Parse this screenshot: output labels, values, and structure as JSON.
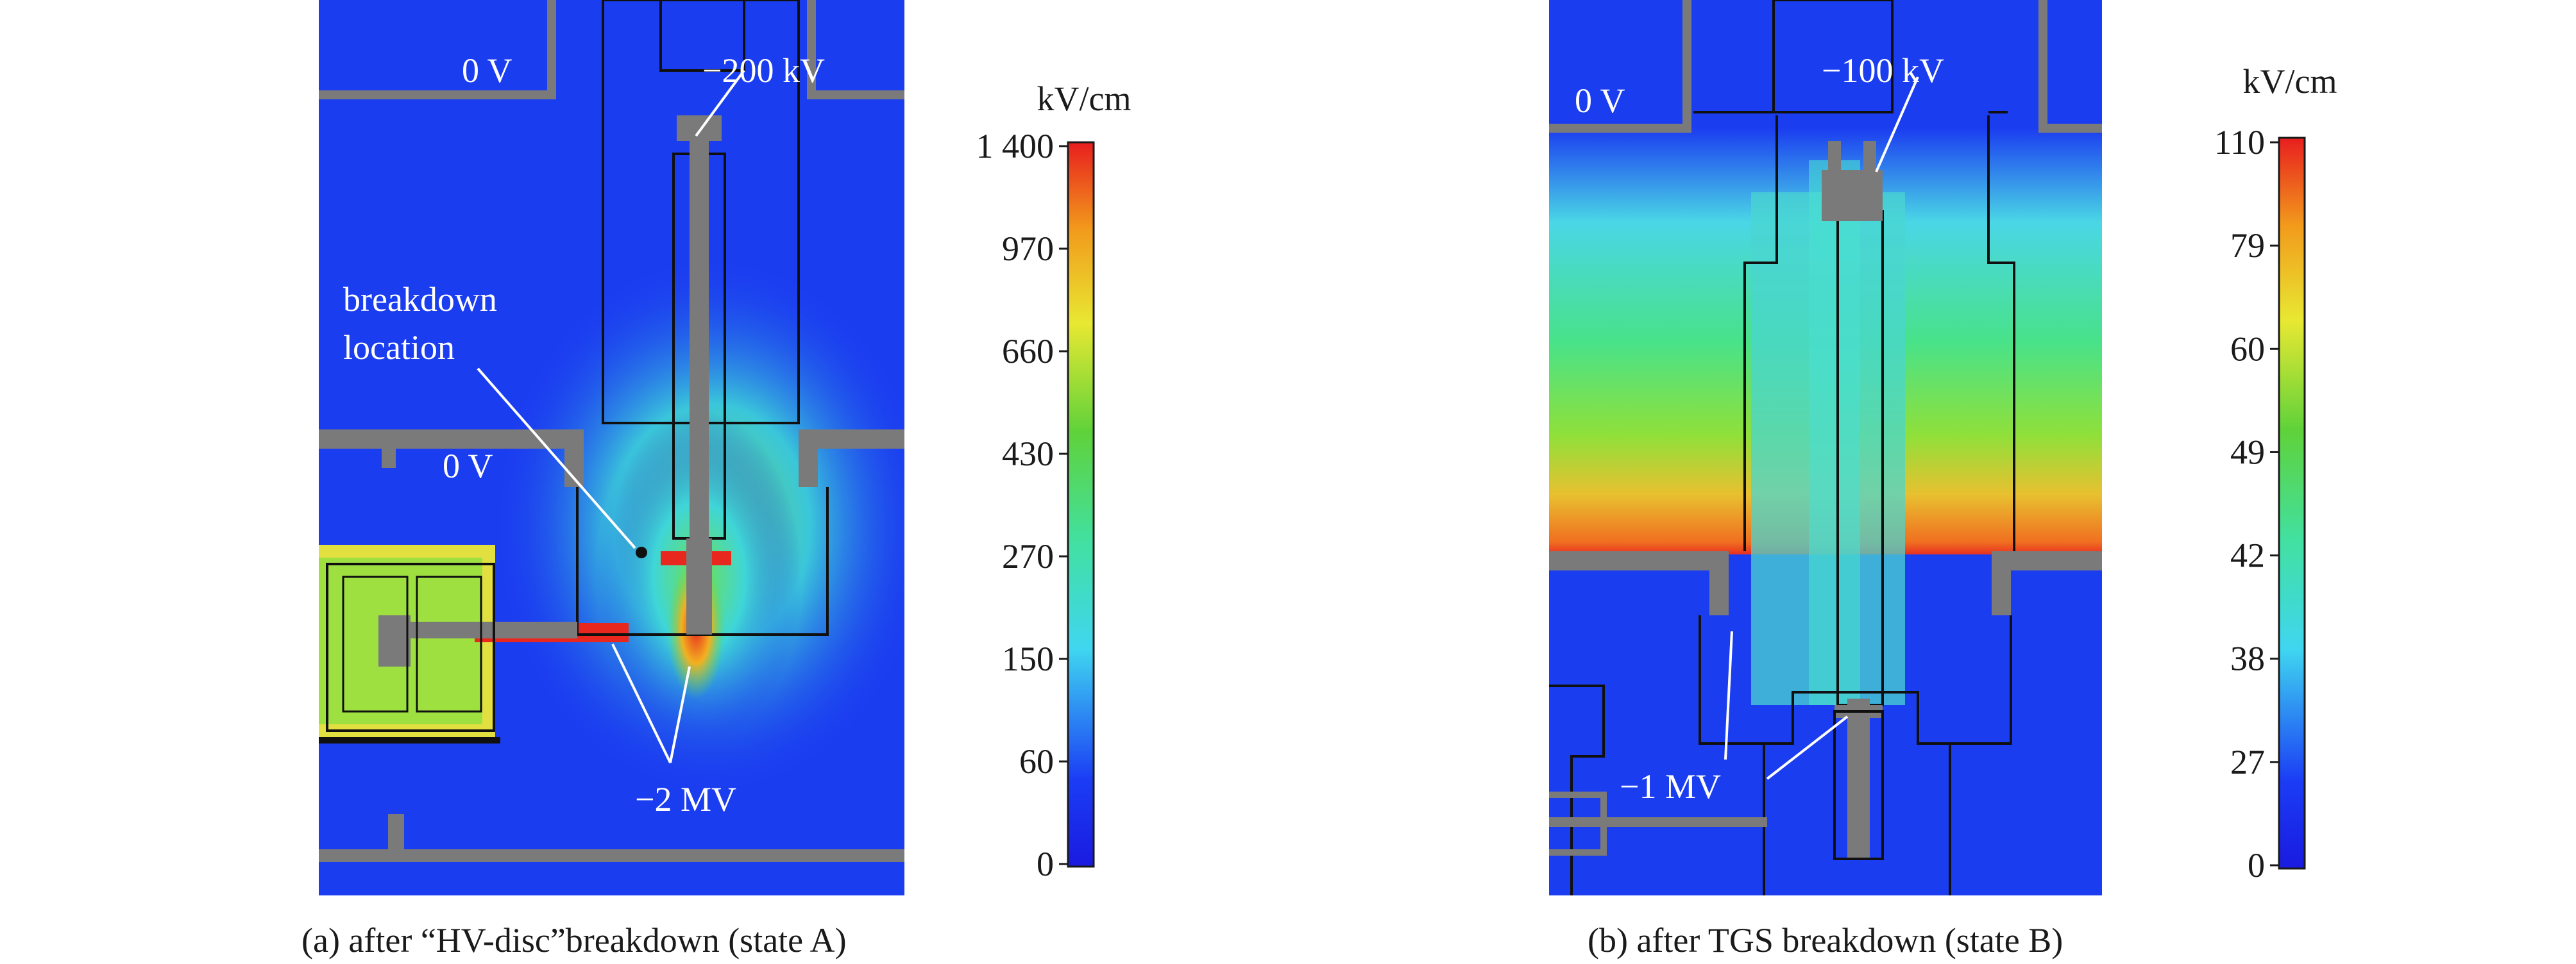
{
  "panel_a": {
    "caption": "(a) after “HV-disc”breakdown (state A)",
    "labels": {
      "top_ground": "0 V",
      "top_voltage": "−200 kV",
      "mid_ground": "0 V",
      "breakdown_line1": "breakdown",
      "breakdown_line2": "location",
      "hv_voltage": "−2 MV"
    },
    "colorbar": {
      "unit": "kV/cm",
      "ticks": [
        "1 400",
        "970",
        "660",
        "430",
        "270",
        "150",
        "60",
        "0"
      ]
    }
  },
  "panel_b": {
    "caption": "(b) after TGS breakdown (state B)",
    "labels": {
      "top_ground": "0 V",
      "top_voltage": "−100 kV",
      "hv_voltage": "−1 MV"
    },
    "colorbar": {
      "unit": "kV/cm",
      "ticks": [
        "110",
        "79",
        "60",
        "49",
        "42",
        "38",
        "27",
        "0"
      ]
    }
  },
  "colors": {
    "field_low": "#1a3cf0",
    "field_high": "#e8281e",
    "conductor": "#7a7a7a"
  }
}
